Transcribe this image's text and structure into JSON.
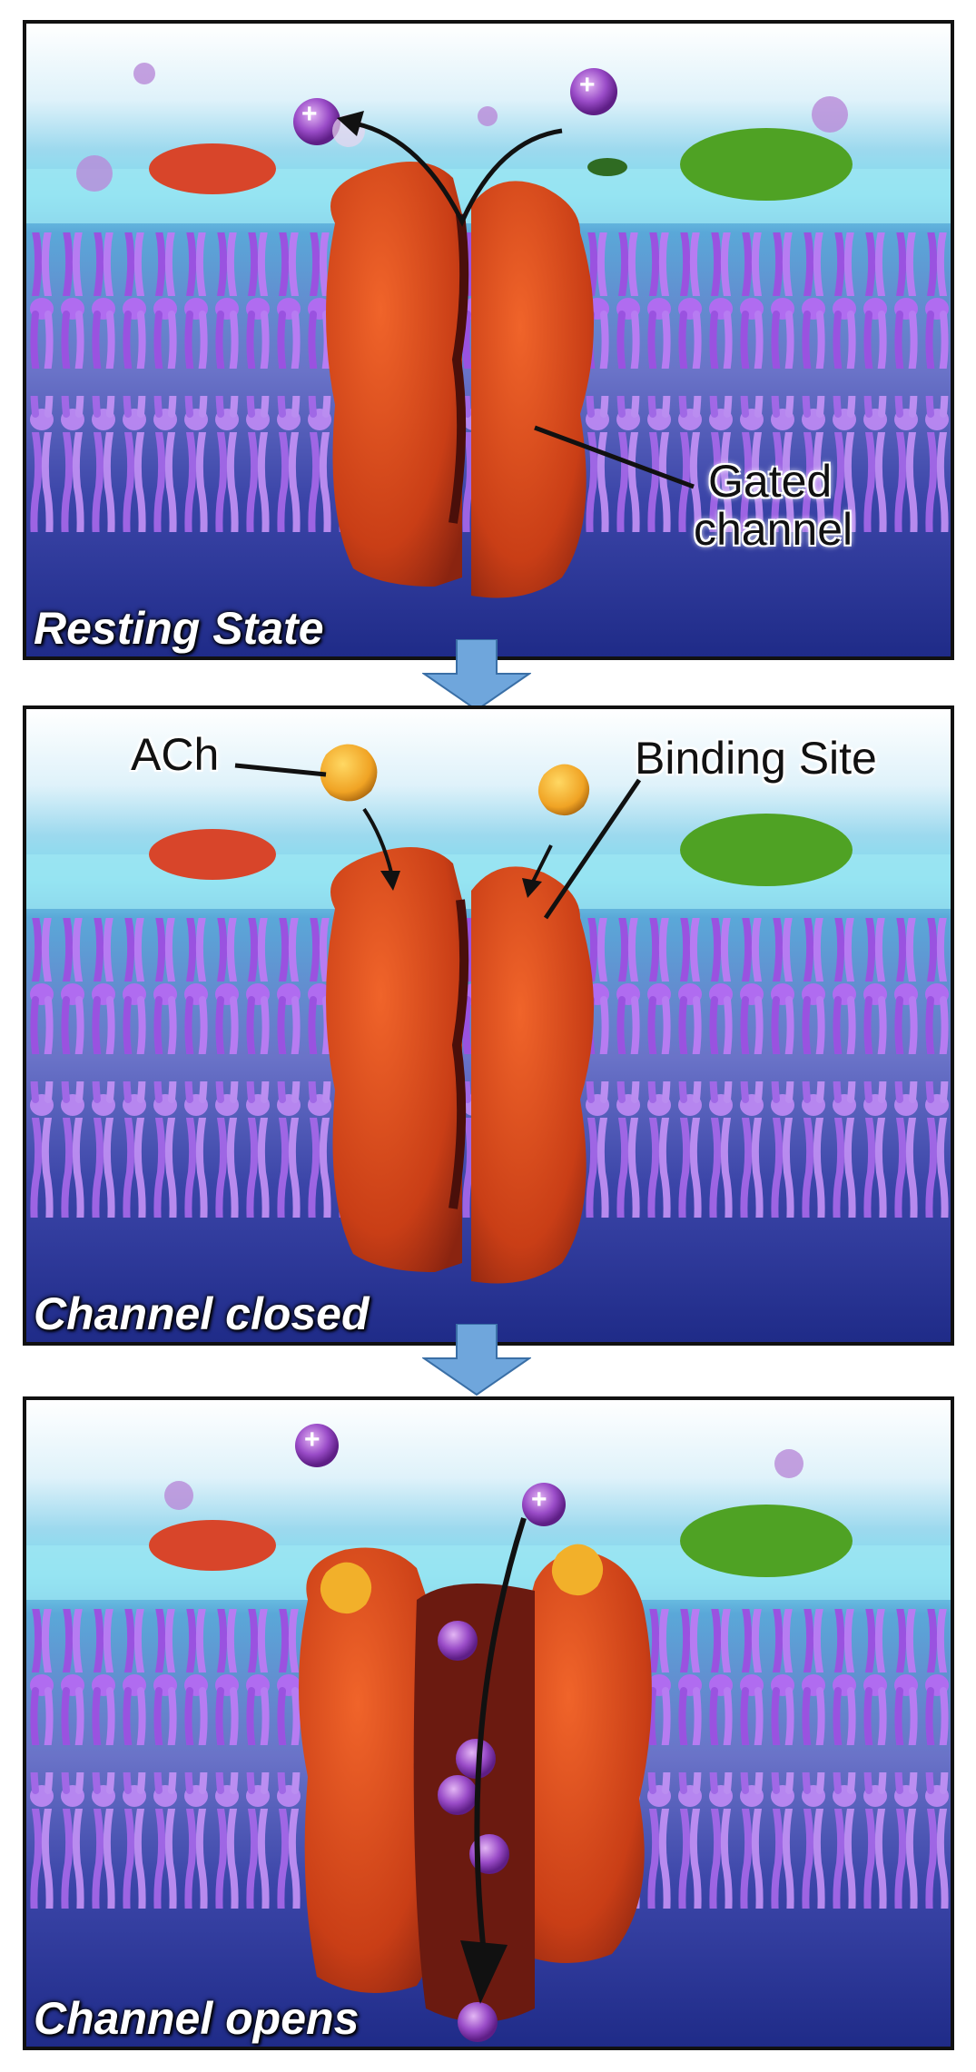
{
  "panels": [
    {
      "state_label": "Resting State"
    },
    {
      "state_label": "Channel closed"
    },
    {
      "state_label": "Channel opens"
    }
  ],
  "labels": {
    "gated_channel_line1": "Gated",
    "gated_channel_line2": "channel",
    "ach": "ACh",
    "binding_site": "Binding Site"
  },
  "ion_symbol": "+",
  "colors": {
    "sky_top": "#2e3fa0",
    "sky_light": "#e8f6fc",
    "water_cyan": "#7fe0f0",
    "lipid_purple": "#a35ee8",
    "channel_red": "#d64a1c",
    "channel_dark": "#6b1a10",
    "ach_orange": "#f2b02a",
    "ion_purple": "#8a3fb8",
    "arrow_blue": "#6fa6dc"
  }
}
